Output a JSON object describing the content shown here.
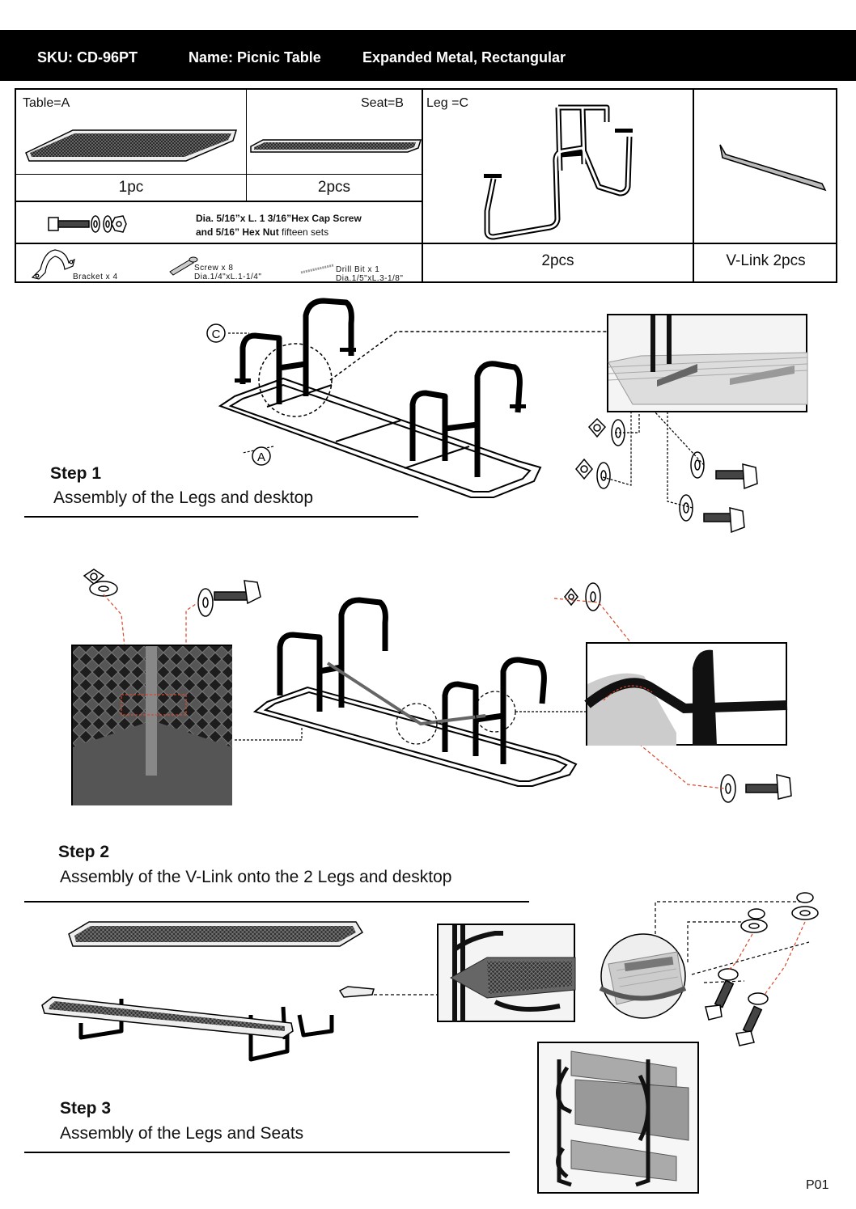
{
  "header": {
    "sku_label": "SKU:",
    "sku_value": "CD-96PT",
    "name": "Name: Picnic Table",
    "material": "Expanded Metal,  Rectangular"
  },
  "parts": {
    "table_label": "Table=A",
    "table_qty": "1pc",
    "seat_label": "Seat=B",
    "seat_qty": "2pcs",
    "leg_label": "Leg =C",
    "leg_qty": "2pcs",
    "vlink_qty": "V-Link 2pcs",
    "hardware_line1": "Dia. 5/16”x L. 1 3/16”Hex Cap Screw",
    "hardware_line2_a": "and 5/16” Hex Nut ",
    "hardware_line2_b": "fifteen sets",
    "bracket": "Bracket x 4",
    "screw_line1": "Screw x 8",
    "screw_line2": "Dia.1/4\"xL.1-1/4\"",
    "drill_line1": "Drill Bit x 1",
    "drill_line2": "Dia.1/5\"xL.3-1/8\""
  },
  "steps": [
    {
      "title": "Step 1",
      "desc": "Assembly of the Legs and desktop"
    },
    {
      "title": "Step 2",
      "desc": "Assembly of the V-Link onto the 2 Legs and desktop"
    },
    {
      "title": "Step 3",
      "desc": "Assembly of the Legs and Seats"
    }
  ],
  "callouts": {
    "c": "C",
    "a": "A"
  },
  "page_number": "P01"
}
